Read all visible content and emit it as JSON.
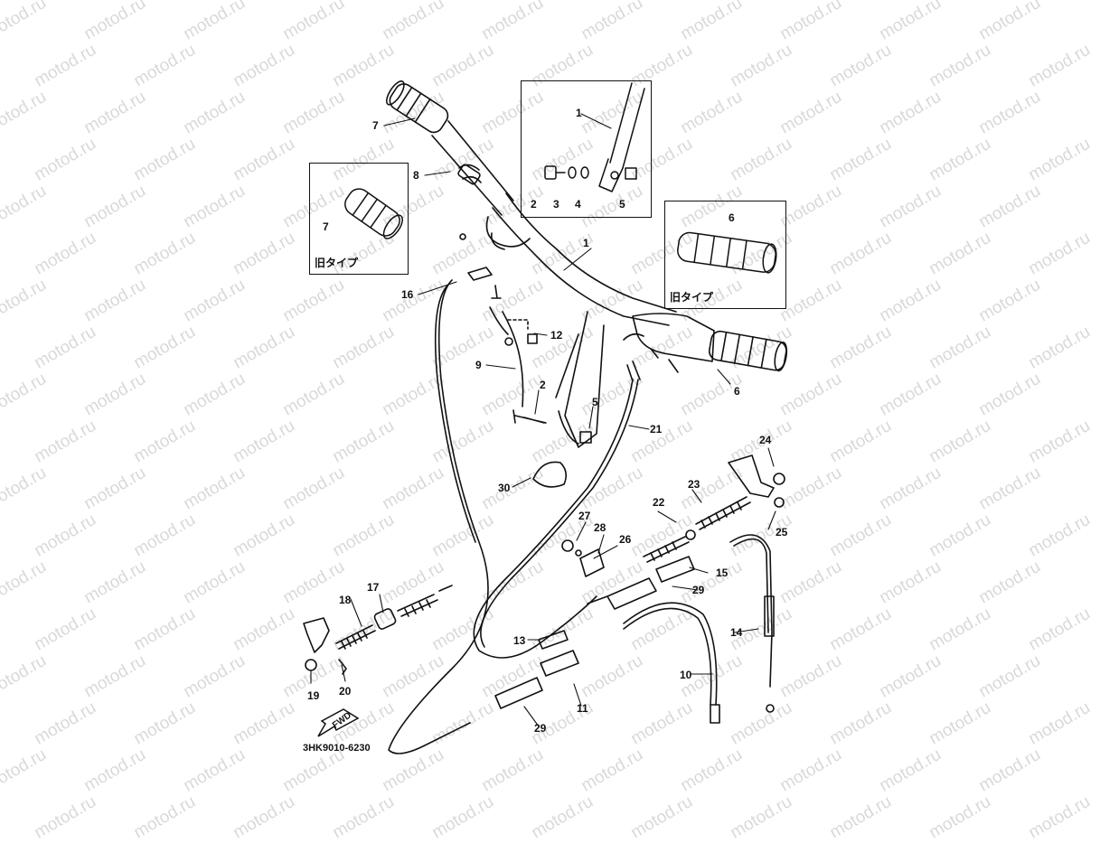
{
  "watermark": "motod.ru",
  "diagram_code": "3HK9010-6230",
  "fwd_label": "FWD",
  "inset_labels": {
    "left": "旧タイプ",
    "right": "旧タイプ"
  },
  "callouts": {
    "c1_top": "1",
    "c1_main": "1",
    "c2_top": "2",
    "c2_main": "2",
    "c3": "3",
    "c4": "4",
    "c5_top": "5",
    "c5_main": "5",
    "c6_inset": "6",
    "c6_main": "6",
    "c7_inset": "7",
    "c7_main": "7",
    "c8": "8",
    "c9": "9",
    "c10": "10",
    "c11": "11",
    "c12": "12",
    "c13": "13",
    "c14": "14",
    "c15": "15",
    "c16": "16",
    "c17": "17",
    "c18": "18",
    "c19": "19",
    "c20": "20",
    "c21": "21",
    "c22": "22",
    "c23": "23",
    "c24": "24",
    "c25": "25",
    "c26": "26",
    "c27": "27",
    "c28": "28",
    "c29_a": "29",
    "c29_b": "29",
    "c30": "30"
  }
}
